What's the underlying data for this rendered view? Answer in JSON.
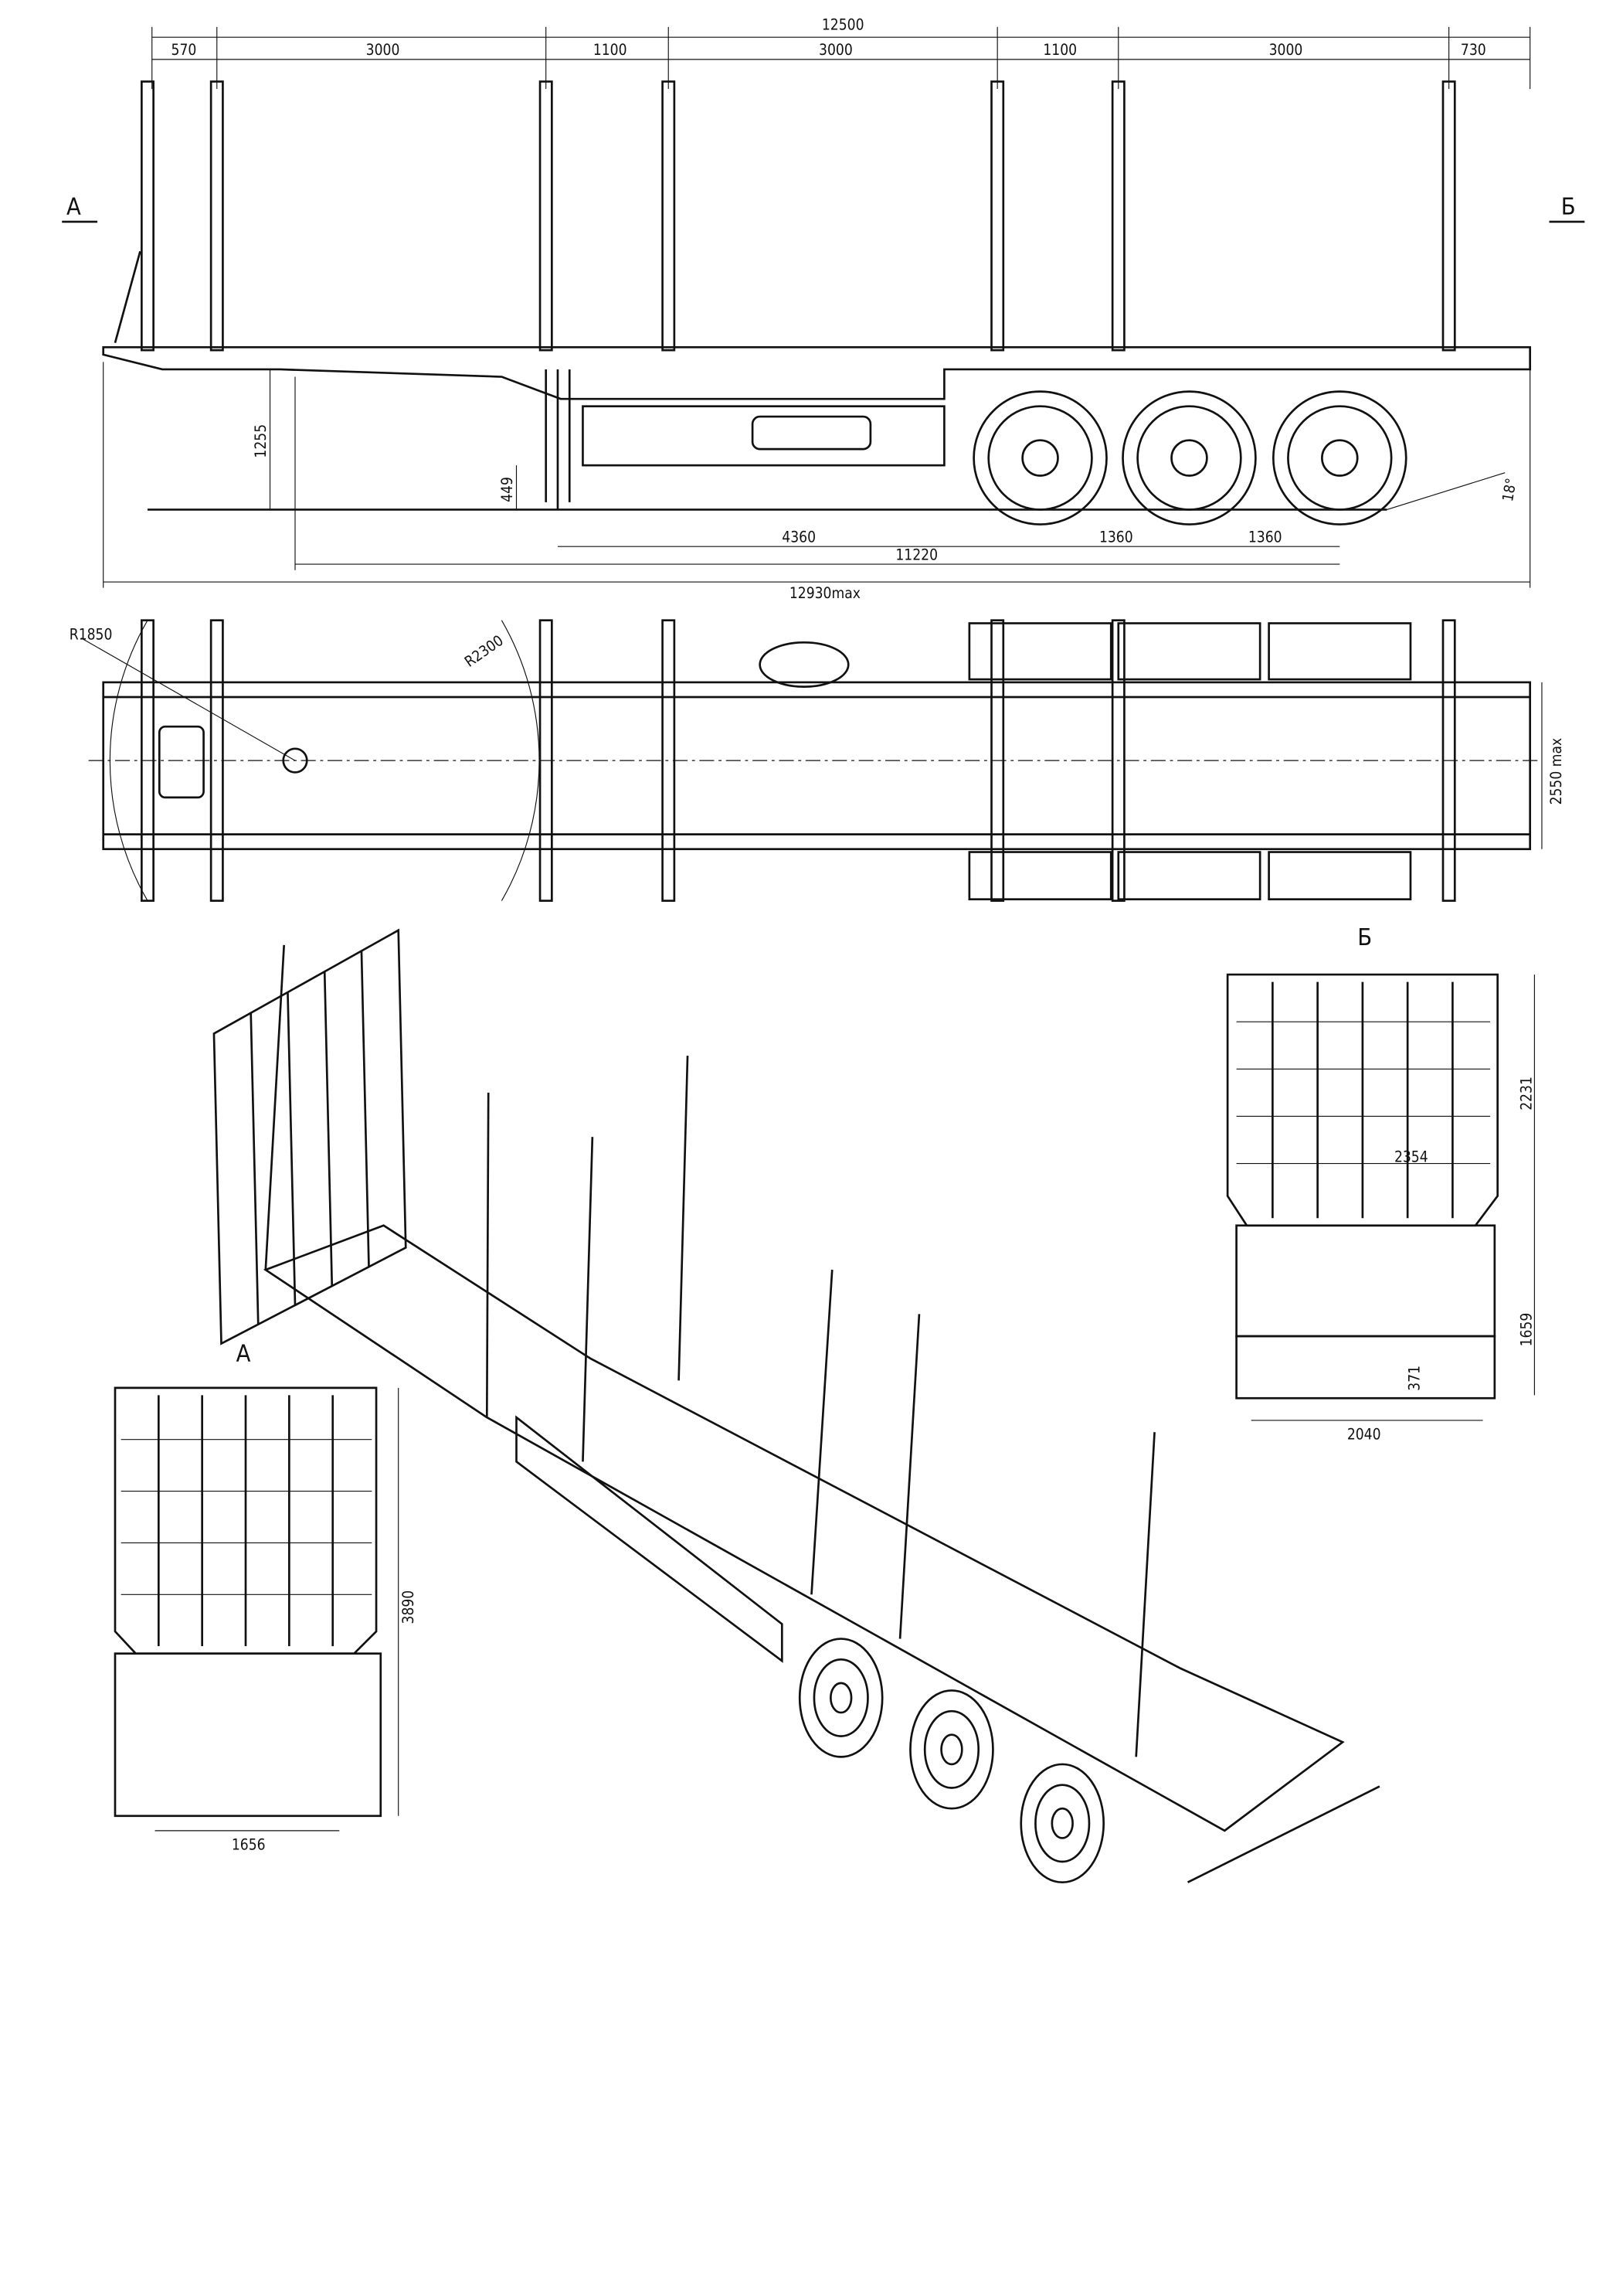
{
  "drawing": {
    "side_view": {
      "overall_length": "12500",
      "segments": [
        "570",
        "3000",
        "1100",
        "3000",
        "1100",
        "3000",
        "730"
      ],
      "view_marker_left": "А",
      "view_marker_right": "Б",
      "height_frame": "1255",
      "height_landing_gear": "449",
      "kingpin_to_axle": "4360",
      "axle_spacing_1": "1360",
      "axle_spacing_2": "1360",
      "kingpin_to_rear_axle": "11220",
      "overall_length_max": "12930max",
      "rear_angle": "18°"
    },
    "top_view": {
      "front_swing_radius": "R1850",
      "rear_swing_radius": "R2300",
      "width_max": "2550 max"
    },
    "rear_view": {
      "label": "Б",
      "headboard_height": "2231",
      "headboard_width": "2354",
      "frame_height": "1659",
      "bumper_height": "371",
      "track_width": "2040"
    },
    "front_view": {
      "label": "А",
      "total_height": "3890",
      "track_width": "1656"
    }
  }
}
